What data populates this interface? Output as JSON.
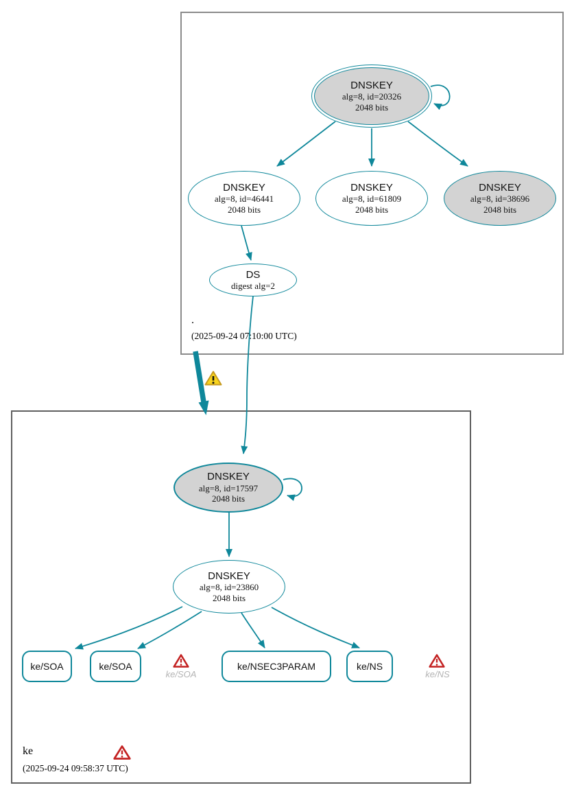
{
  "colors": {
    "secure_teal": "#0e879a",
    "node_fill_gray": "#d3d3d3",
    "warning_yellow_fill": "#f8d41d",
    "warning_yellow_border": "#c69a1e",
    "error_red": "#c32222",
    "muted_label_gray": "#b3b3b3"
  },
  "root_zone": {
    "name": ".",
    "timestamp": "(2025-09-24 07:10:00 UTC)",
    "ksk": {
      "type": "DNSKEY",
      "alg": "alg=8, id=20326",
      "bits": "2048 bits"
    },
    "zsk1": {
      "type": "DNSKEY",
      "alg": "alg=8, id=46441",
      "bits": "2048 bits"
    },
    "zsk2": {
      "type": "DNSKEY",
      "alg": "alg=8, id=61809",
      "bits": "2048 bits"
    },
    "zsk3": {
      "type": "DNSKEY",
      "alg": "alg=8, id=38696",
      "bits": "2048 bits"
    },
    "ds": {
      "type": "DS",
      "alg": "digest alg=2"
    }
  },
  "ke_zone": {
    "name": "ke",
    "timestamp": "(2025-09-24 09:58:37 UTC)",
    "ksk": {
      "type": "DNSKEY",
      "alg": "alg=8, id=17597",
      "bits": "2048 bits"
    },
    "zsk": {
      "type": "DNSKEY",
      "alg": "alg=8, id=23860",
      "bits": "2048 bits"
    },
    "rrsets": [
      {
        "label": "ke/SOA"
      },
      {
        "label": "ke/SOA"
      },
      {
        "label": "ke/NSEC3PARAM"
      },
      {
        "label": "ke/NS"
      }
    ],
    "errors": [
      {
        "label": "ke/SOA"
      },
      {
        "label": "ke/NS"
      }
    ]
  }
}
